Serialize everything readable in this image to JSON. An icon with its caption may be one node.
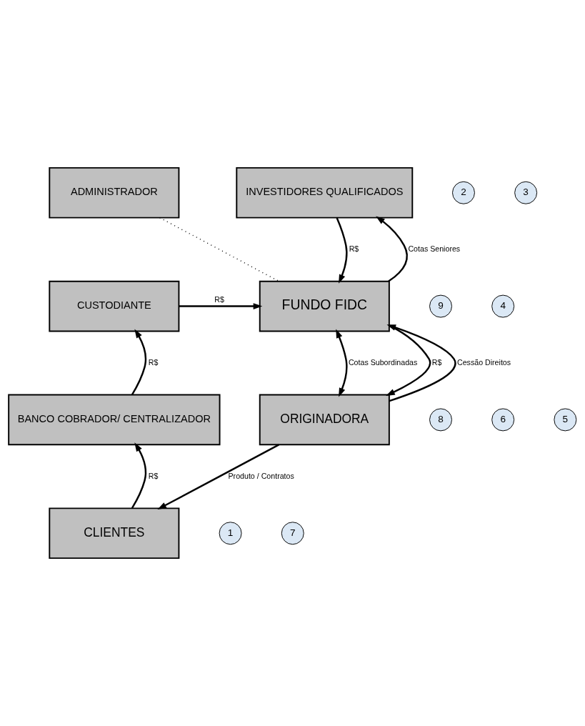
{
  "diagram": {
    "nodes": [
      {
        "text": [
          "ADMINISTRADOR"
        ]
      },
      {
        "text": [
          "INVESTIDORES QUALIFICADOS"
        ]
      },
      {
        "text": [
          "CUSTODIANTE"
        ]
      },
      {
        "text": [
          "FUNDO FIDC"
        ]
      },
      {
        "text": [
          "BANCO COBRADOR/ CENTRALIZADOR"
        ]
      },
      {
        "text": [
          "ORIGINADORA"
        ]
      },
      {
        "text": [
          "CLIENTES"
        ]
      },
      {
        "text": [
          "2"
        ]
      },
      {
        "text": [
          "3"
        ]
      },
      {
        "text": [
          "9"
        ]
      },
      {
        "text": [
          "4"
        ]
      },
      {
        "text": [
          "8"
        ]
      },
      {
        "text": [
          "6"
        ]
      },
      {
        "text": [
          "5"
        ]
      },
      {
        "text": [
          "1"
        ]
      },
      {
        "text": [
          "7"
        ]
      }
    ],
    "edges": [
      {
        "from": 0,
        "to": 3,
        "arrow": "none",
        "style": "dashed"
      },
      {
        "from": 3,
        "to": 1,
        "arrow": "to",
        "label": "Cotas Seniores"
      },
      {
        "from": 1,
        "to": 3,
        "arrow": "to",
        "label": "R$"
      },
      {
        "from": 2,
        "to": 3,
        "arrow": "to",
        "label": "R$"
      },
      {
        "from": 3,
        "to": 5,
        "arrow": "both",
        "label": "Cotas Subordinadas"
      },
      {
        "from": 3,
        "to": 5,
        "arrow": "to",
        "label": "R$"
      },
      {
        "from": 5,
        "to": 3,
        "arrow": "to",
        "label": "Cessão Direitos"
      },
      {
        "from": 4,
        "to": 2,
        "arrow": "to",
        "label": "R$"
      },
      {
        "from": 5,
        "to": 6,
        "arrow": "to",
        "label": "Produto / Contratos"
      },
      {
        "from": 6,
        "to": 4,
        "arrow": "to",
        "label": "R$"
      }
    ]
  }
}
